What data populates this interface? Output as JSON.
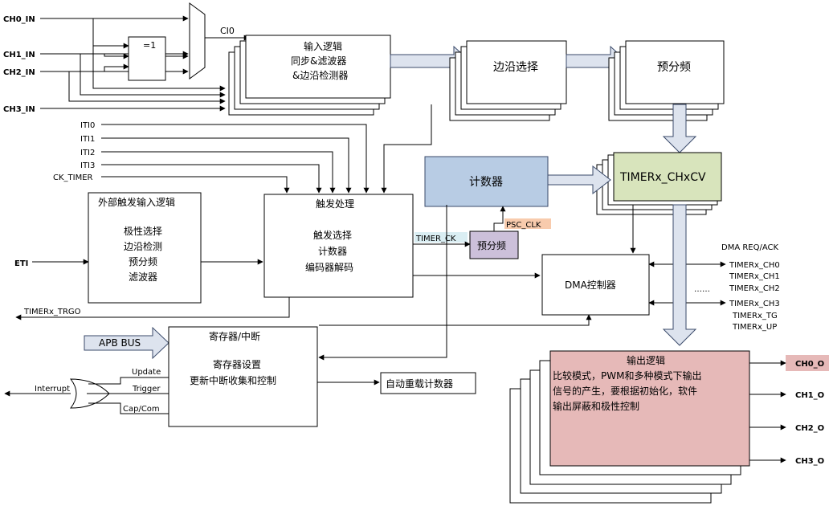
{
  "inputs": {
    "ch0": "CH0_IN",
    "ch1": "CH1_IN",
    "ch2": "CH2_IN",
    "ch3": "CH3_IN",
    "iti0": "ITI0",
    "iti1": "ITI1",
    "iti2": "ITI2",
    "iti3": "ITI3",
    "ck_timer": "CK_TIMER",
    "eti": "ETI",
    "apb": "APB BUS"
  },
  "xor_gate": {
    "label": "=1"
  },
  "ci0": "CI0",
  "input_logic": {
    "line1": "输入逻辑",
    "line2": "同步&滤波器",
    "line3": "&边沿检测器"
  },
  "edge_select": {
    "label": "边沿选择"
  },
  "prescaler": {
    "label": "预分频"
  },
  "timer_chcv": {
    "label": "TIMERx_CHxCV"
  },
  "counter": {
    "label": "计数器"
  },
  "psc_clk": "PSC_CLK",
  "timer_ck": "TIMER_CK",
  "psc_block": {
    "label": "预分频"
  },
  "ext_trigger": {
    "title": "外部触发输入逻辑",
    "line1": "极性选择",
    "line2": "边沿检测",
    "line3": "预分频",
    "line4": "滤波器"
  },
  "trigger_proc": {
    "title": "触发处理",
    "line1": "触发选择",
    "line2": "计数器",
    "line3": "编码器解码"
  },
  "dma": {
    "label": "DMA控制器",
    "req_ack": "DMA REQ/ACK",
    "dots": "……",
    "sig_ch0": "TIMERx_CH0",
    "sig_ch1": "TIMERx_CH1",
    "sig_ch2": "TIMERx_CH2",
    "sig_ch3": "TIMERx_CH3",
    "sig_tg": "TIMERx_TG",
    "sig_up": "TIMERx_UP"
  },
  "trgo": "TIMERx_TRGO",
  "reg": {
    "title": "寄存器/中断",
    "line1": "寄存器设置",
    "line2": "更新中断收集和控制",
    "update": "Update",
    "trigger": "Trigger",
    "capcom": "Cap/Com",
    "interrupt": "Interrupt"
  },
  "autoreload": {
    "label": "自动重载计数器"
  },
  "output_logic": {
    "title": "输出逻辑",
    "line1": "比较模式，PWM和多种模式下输出",
    "line2": "信号的产生，要根据初始化，软件",
    "line3": "输出屏蔽和极性控制"
  },
  "outputs": {
    "ch0": "CH0_O",
    "ch1": "CH1_O",
    "ch2": "CH2_O",
    "ch3": "CH3_O"
  },
  "colors": {
    "counter_fill": "#b8cce4",
    "chcv_fill": "#d8e4bc",
    "psc_fill": "#ccc0da",
    "output_fill": "#e6b9b8",
    "psc_clk_bg": "#f8cbad",
    "timer_ck_bg": "#daeef3",
    "big_arrow": "#dde3ee"
  }
}
